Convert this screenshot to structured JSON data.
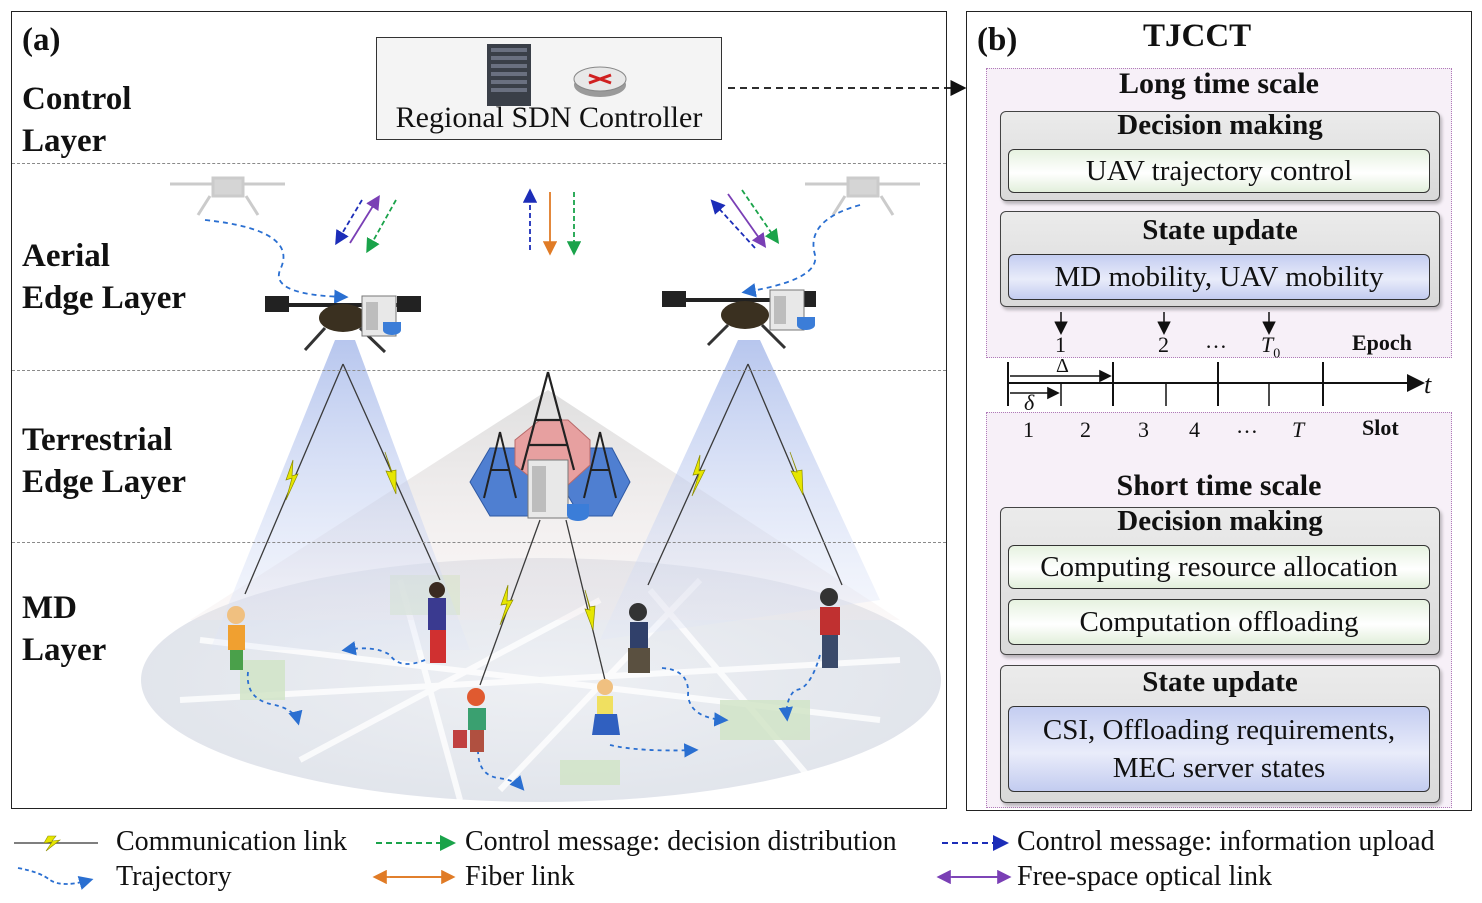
{
  "panel_a": {
    "tag": "(a)",
    "layers": {
      "control": [
        "Control",
        "Layer"
      ],
      "aerial": [
        "Aerial",
        "Edge Layer"
      ],
      "terrestrial": [
        "Terrestrial",
        "Edge Layer"
      ],
      "md": [
        "MD",
        "Layer"
      ]
    },
    "sdn_controller_label": "Regional SDN Controller"
  },
  "panel_b": {
    "tag": "(b)",
    "title": "TJCCT",
    "long_scale": {
      "title": "Long time scale",
      "decision": {
        "title": "Decision making",
        "items": [
          "UAV trajectory control"
        ]
      },
      "state": {
        "title": "State update",
        "items": [
          "MD mobility, UAV mobility"
        ]
      }
    },
    "timeline": {
      "epoch_label": "Epoch",
      "epoch_ticks": [
        "1",
        "2",
        "…",
        "T"
      ],
      "epoch_sub": "0",
      "slot_label": "Slot",
      "slot_ticks": [
        "1",
        "2",
        "3",
        "4",
        "…",
        "T"
      ],
      "delta_big": "Δ",
      "delta_small": "δ",
      "axis_label": "t"
    },
    "short_scale": {
      "title": "Short time scale",
      "decision": {
        "title": "Decision making",
        "items": [
          "Computing resource allocation",
          "Computation offloading"
        ]
      },
      "state": {
        "title": "State update",
        "items": [
          "CSI, Offloading requirements,",
          "MEC server states"
        ]
      }
    }
  },
  "legend": {
    "communication": "Communication link",
    "trajectory": "Trajectory",
    "control_down": "Control message: decision distribution",
    "fiber": "Fiber link",
    "control_up": "Control message: information upload",
    "fso": "Free-space optical link"
  },
  "colors": {
    "comm_link": "#c8c800",
    "trajectory": "#2a6fd1",
    "control_down": "#1aa34a",
    "fiber": "#e07b26",
    "control_up": "#1c2db8",
    "fso": "#7a3fb5",
    "beam": "#b8c8f0",
    "ground": "#e6e8ee"
  }
}
